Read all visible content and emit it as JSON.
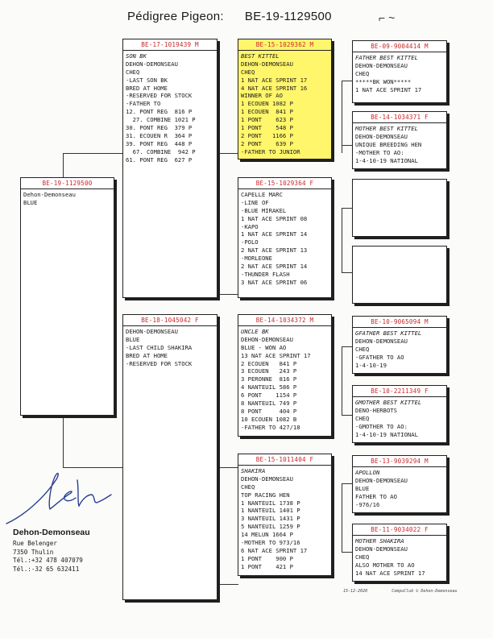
{
  "header": {
    "label": "Pédigree Pigeon:",
    "ring": "BE-19-1129500",
    "scribble": "⌐ ~"
  },
  "subject": {
    "ring": "BE-19-1129500",
    "lines": [
      "Dehon-Demonseau",
      "BLUE"
    ]
  },
  "sire": {
    "ring": "BE-17-1019439 M",
    "lines": [
      "SON BK",
      "DEHON-DEMONSEAU",
      "CHEQ",
      "-LAST SON BK",
      "BRED AT HOME",
      "-RESERVED FOR STOCK",
      "-FATHER TO",
      "12. PONT REG  816 P",
      "  27. COMBINE 1021 P",
      "30. PONT REG  379 P",
      "31. ECOUEN R  364 P",
      "39. PONT REG  448 P",
      "  67. COMBINE  942 P",
      "61. PONT REG  627 P"
    ]
  },
  "dam": {
    "ring": "BE-18-1045042 F",
    "lines": [
      "DEHON-DEMONSEAU",
      "BLUE",
      "-LAST CHILD SHAKIRA",
      "BRED AT HOME",
      "-RESERVED FOR STOCK"
    ]
  },
  "ss": {
    "ring": "BE-15-1029362 M",
    "lines": [
      "BEST KITTEL",
      "DEHON-DEMONSEAU",
      "CHEQ",
      "1 NAT ACE SPRINT 17",
      "4 NAT ACE SPRINT 16",
      "WINNER OF AO",
      "1 ECOUEN 1082 P",
      "1 ECOUEN  841 P",
      "1 PONT    623 P",
      "1 PONT    548 P",
      "2 PONT   1166 P",
      "2 PONT    639 P",
      "-FATHER TO JUNIOR"
    ]
  },
  "sd": {
    "ring": "BE-15-1029364 F",
    "lines": [
      "",
      "CAPELLE MARC",
      "-LINE OF",
      "-BLUE MIRAKEL",
      "1 NAT ACE SPRINT 08",
      "-KAPO",
      "1 NAT ACE SPRINT 14",
      "-POLO",
      "2 NAT ACE SPRINT 13",
      "-MORLEONE",
      "2 NAT ACE SPRINT 14",
      "-THUNDER FLASH",
      "3 NAT ACE SPRINT 06"
    ]
  },
  "ds": {
    "ring": "BE-14-1034372 M",
    "lines": [
      "UNCLE BK",
      "DEHON-DEMONSEAU",
      "BLUE - WON AO",
      "13 NAT ACE SPRINT 17",
      "2 ECOUEN   841 P",
      "3 ECOUEN   243 P",
      "3 PERONNE  816 P",
      "4 NANTEUIL 586 P",
      "6 PONT    1154 P",
      "8 NANTEUIL 749 P",
      "8 PONT     404 P",
      "10 ECOUEN 1082 B",
      "-FATHER TO 427/18"
    ]
  },
  "dd": {
    "ring": "BE-15-1011404 F",
    "lines": [
      "SHAKIRA",
      "DEHON-DEMONSEAU",
      "CHEQ",
      "TOP RACING HEN",
      "1 NANTEUIL 1738 P",
      "1 NANTEUIL 1401 P",
      "3 NANTEUIL 1431 P",
      "5 NANTEUIL 1259 P",
      "14 MELUN 1664 P",
      "-MOTHER TO 973/16",
      "6 NAT ACE SPRINT 17",
      "1 PONT    900 P",
      "1 PONT    421 P"
    ]
  },
  "sss": {
    "ring": "BE-09-9004414 M",
    "lines": [
      "FATHER BEST KITTEL",
      "DEHON-DEMONSEAU",
      "CHEQ",
      "*****BK WON*****",
      "1 NAT ACE SPRINT 17"
    ]
  },
  "ssd": {
    "ring": "BE-14-1034371 F",
    "lines": [
      "MOTHER BEST KITTEL",
      "DEHON-DEMONSEAU",
      "UNIQUE BREEDING HEN",
      "-MOTHER TO AO:",
      "1-4-10-19 NATIONAL"
    ]
  },
  "dss": {
    "ring": "BE-10-9065094 M",
    "lines": [
      "GFATHER BEST KITTEL",
      "DEHON-DEMONSEAU",
      "CHEQ",
      "-GFATHER TO AO",
      "1-4-10-19"
    ]
  },
  "dsd": {
    "ring": "BE-10-2211349 F",
    "lines": [
      "GMOTHER BEST KITTEL",
      "DENO-HERBOTS",
      "CHEQ",
      "-GMOTHER TO AO:",
      "1-4-10-19 NATIONAL"
    ]
  },
  "dds": {
    "ring": "BE-13-9039294 M",
    "lines": [
      "APOLLON",
      "DEHON-DEMONSEAU",
      "BLUE",
      "FATHER TO AO",
      "-976/16"
    ]
  },
  "ddd": {
    "ring": "BE-11-9034022 F",
    "lines": [
      "MOTHER SHAKIRA",
      "DEHON-DEMONSEAU",
      "CHEQ",
      "ALSO MOTHER TO AO",
      "14 NAT ACE SPRINT 17"
    ]
  },
  "owner": {
    "name": "Dehon-Demonseau",
    "lines": [
      "Rue Belenger",
      "7350  Thulin",
      "Tél.:+32 478 407079",
      "Tél.:-32 65 632411"
    ]
  },
  "footer": "15-12-2020          CompuClub © Dehon-Demonseau"
}
